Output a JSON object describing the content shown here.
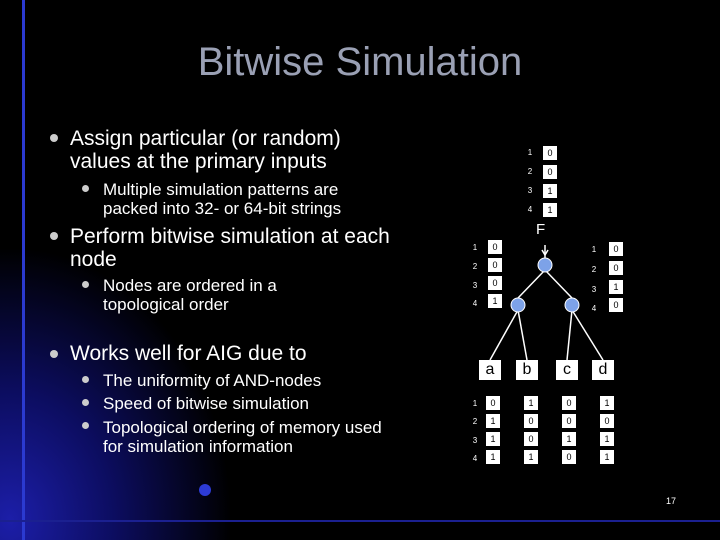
{
  "title": "Bitwise Simulation",
  "bullets": [
    {
      "text": "Assign particular (or random) values at the primary inputs",
      "sub": [
        "Multiple simulation patterns are packed into 32- or 64-bit strings"
      ]
    },
    {
      "text": "Perform bitwise simulation at each node",
      "sub": [
        "Nodes are ordered in a topological order"
      ]
    },
    {
      "text": "Works well for AIG due to",
      "sub": [
        "The uniformity of AND-nodes",
        "Speed of bitwise simulation",
        "Topological ordering of memory used for simulation information"
      ]
    }
  ],
  "diagram": {
    "output_label": "F",
    "row_labels": [
      "1",
      "2",
      "3",
      "4"
    ],
    "output_values": [
      "0",
      "0",
      "1",
      "1"
    ],
    "left_node_values": [
      "0",
      "0",
      "0",
      "1"
    ],
    "right_node_values": [
      "0",
      "0",
      "1",
      "0"
    ],
    "inputs": [
      {
        "name": "a",
        "values": [
          "0",
          "1",
          "1",
          "1"
        ]
      },
      {
        "name": "b",
        "values": [
          "1",
          "0",
          "0",
          "1"
        ]
      },
      {
        "name": "c",
        "values": [
          "0",
          "0",
          "1",
          "0"
        ]
      },
      {
        "name": "d",
        "values": [
          "1",
          "0",
          "1",
          "1"
        ]
      }
    ]
  },
  "page_number": "17"
}
